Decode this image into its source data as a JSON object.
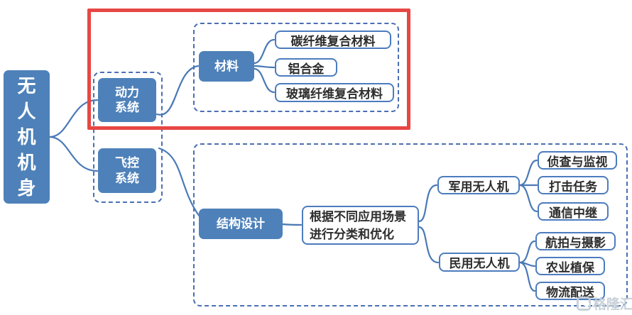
{
  "diagram": {
    "type": "mindmap",
    "root": {
      "label": "无人机机身"
    },
    "branches": {
      "power_system": {
        "lines": [
          "动力",
          "系统"
        ]
      },
      "flight_control": {
        "lines": [
          "飞控",
          "系统"
        ]
      }
    },
    "material_group": {
      "label": "材料",
      "children": [
        "碳纤维复合材料",
        "铝合金",
        "玻璃纤维复合材料"
      ]
    },
    "structure_group": {
      "label": "结构设计",
      "note_lines": [
        "根据不同应用场景",
        "进行分类和优化"
      ],
      "military": {
        "label": "军用无人机",
        "children": [
          "侦查与监视",
          "打击任务",
          "通信中继"
        ]
      },
      "civil": {
        "label": "民用无人机",
        "children": [
          "航拍与摄影",
          "农业植保",
          "物流配送"
        ]
      }
    },
    "highlight": {
      "shape": "red-rectangle",
      "color": "#e74744"
    },
    "colors": {
      "node_fill_blue": "#4e81b9",
      "node_border_blue": "#4c7cbe",
      "dashed_outline_blue": "#4a6fb2",
      "connector_blue": "#4a79b6",
      "text_dark": "#2d2d2d",
      "highlight_red": "#e74744",
      "watermark_gray": "#c6cfd8"
    }
  },
  "watermark": {
    "text": "格隆汇",
    "icon": "gelonghui-logo-icon"
  }
}
